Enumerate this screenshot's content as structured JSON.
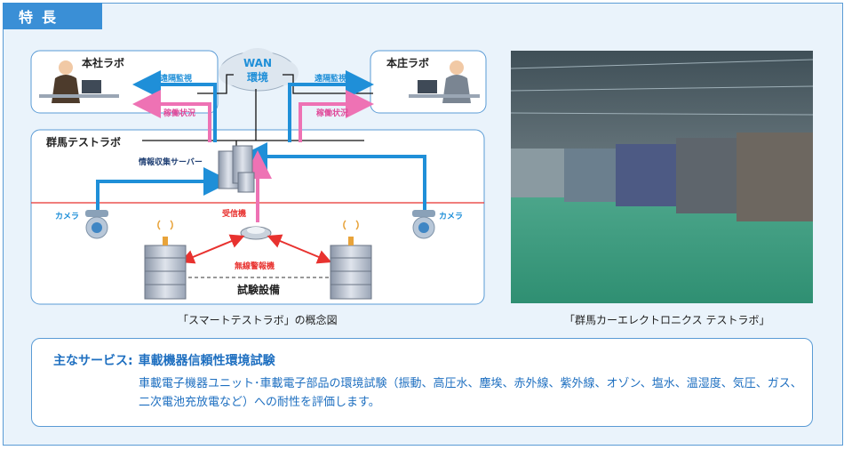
{
  "section_title": "特長",
  "diagram": {
    "wan_line1": "WAN",
    "wan_line2": "環境",
    "hq_lab": "本社ラボ",
    "honjo_lab": "本庄ラボ",
    "gunma_lab": "群馬テストラボ",
    "remote_monitoring": "遠隔監視",
    "operation_status": "稼働状況",
    "server": "情報収集サーバー",
    "camera": "カメラ",
    "receiver": "受信機",
    "wireless_alarm": "無線警報機",
    "test_equipment": "試験設備",
    "caption": "「スマートテストラボ」の概念図"
  },
  "photo": {
    "caption": "「群馬カーエレクトロニクス テストラボ」"
  },
  "services": {
    "label": "主なサービス:",
    "title": "車載機器信頼性環境試験",
    "description": "車載電子機器ユニット･車載電子部品の環境試験（振動、高圧水、塵埃、赤外線、紫外線、オゾン、塩水、温湿度、気圧、ガス、二次電池充放電など）への耐性を評価します。"
  },
  "colors": {
    "accent_blue": "#3a8fd6",
    "arrow_blue": "#1f8fd8",
    "arrow_pink": "#ee72b4",
    "wireless_red": "#e8322f",
    "service_text": "#1e6fc0"
  }
}
